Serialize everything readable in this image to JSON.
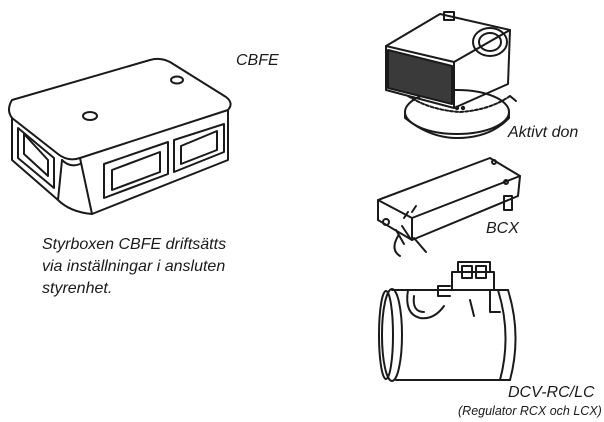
{
  "labels": {
    "cbfe": "CBFE",
    "aktivt_don": "Aktivt don",
    "bcx": "BCX",
    "dcv": "DCV-RC/LC",
    "regulator": "(Regulator RCX och LCX)"
  },
  "caption": {
    "line1": "Styrboxen CBFE driftsätts",
    "line2": "via inställningar i ansluten",
    "line3": "styrenhet."
  }
}
